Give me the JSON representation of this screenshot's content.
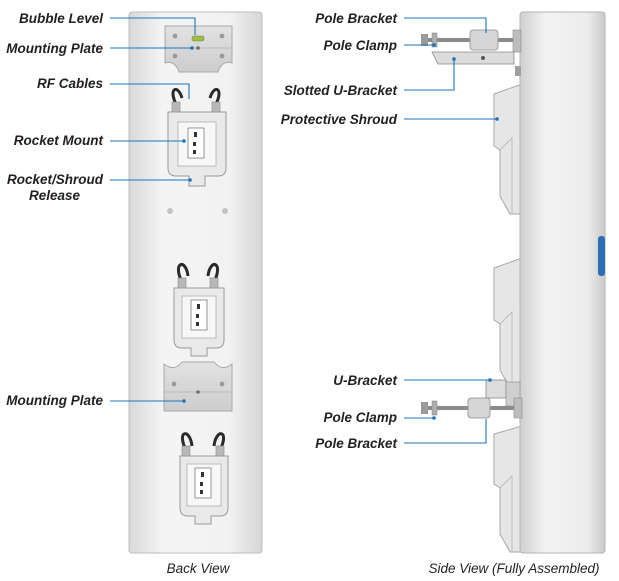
{
  "back_view": {
    "caption": "Back View",
    "labels": {
      "bubble_level": "Bubble Level",
      "mounting_plate_top": "Mounting Plate",
      "rf_cables": "RF Cables",
      "rocket_mount": "Rocket Mount",
      "release_line1": "Rocket/Shroud",
      "release_line2": "Release",
      "mounting_plate_bottom": "Mounting Plate"
    }
  },
  "side_view": {
    "caption": "Side View (Fully Assembled)",
    "labels": {
      "pole_bracket_top": "Pole Bracket",
      "pole_clamp_top": "Pole Clamp",
      "slotted_u_bracket": "Slotted U-Bracket",
      "protective_shroud": "Protective Shroud",
      "u_bracket": "U-Bracket",
      "pole_clamp_bottom": "Pole Clamp",
      "pole_bracket_bottom": "Pole Bracket"
    }
  },
  "colors": {
    "leader": "#1b75bc",
    "antenna_body": "#ececec",
    "antenna_edge": "#b9b9b9",
    "text": "#231f20"
  }
}
